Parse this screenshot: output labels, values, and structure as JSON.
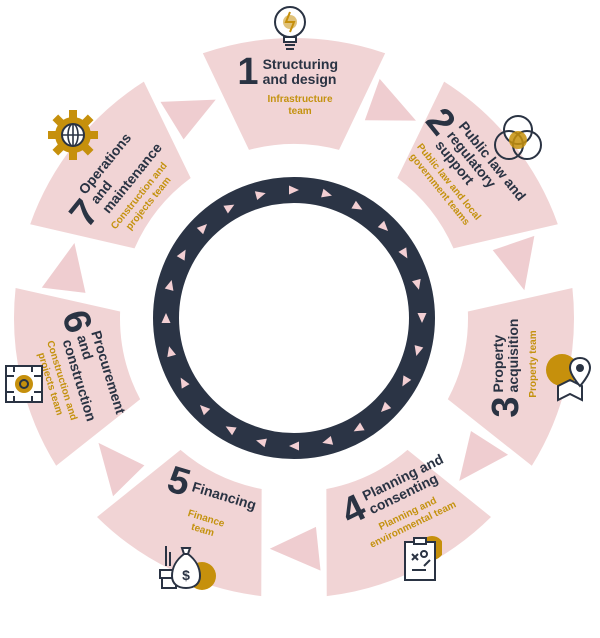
{
  "colors": {
    "panel": "#f1d4d5",
    "arrow": "#efcdd0",
    "ring": "#2b3445",
    "ring_arrow": "#f3cfd3",
    "gold": "#c6900c",
    "dark": "#2a3343"
  },
  "steps": [
    {
      "number": "1",
      "title": "Structuring and design",
      "team": "Infrastructure team",
      "icon": "lightbulb-icon"
    },
    {
      "number": "2",
      "title": "Public law and regulatory support",
      "team": "Public law and local government teams",
      "icon": "venn-circles-icon"
    },
    {
      "number": "3",
      "title": "Property acquisition",
      "team": "Property team",
      "icon": "map-pin-icon"
    },
    {
      "number": "4",
      "title": "Planning and consenting",
      "team": "Planning and environmental team",
      "icon": "clipboard-plan-icon"
    },
    {
      "number": "5",
      "title": "Financing",
      "team": "Finance team",
      "icon": "money-bag-icon"
    },
    {
      "number": "6",
      "title": "Procurement and construction",
      "team": "Construction and projects team",
      "icon": "blueprint-target-icon"
    },
    {
      "number": "7",
      "title": "Operations and maintenance",
      "team": "Construction and projects team",
      "icon": "gear-globe-icon"
    }
  ]
}
